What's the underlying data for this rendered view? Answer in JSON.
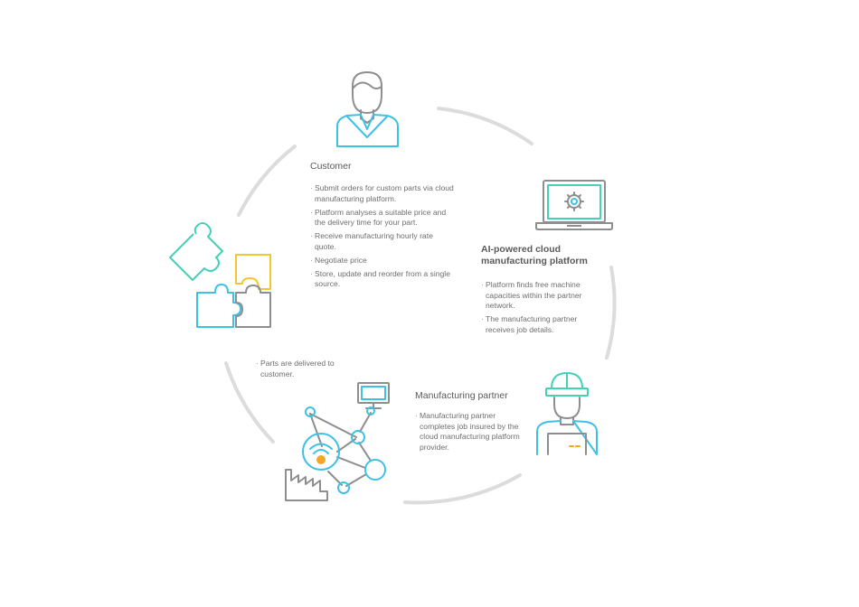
{
  "customer": {
    "title": "Customer",
    "bullets": [
      "Submit orders for custom parts via cloud manufacturing platform.",
      "Platform analyses a suitable price and the delivery time for your part.",
      "Receive manufacturing hourly rate quote.",
      "Negotiate price",
      "Store, update and reorder from a single source."
    ]
  },
  "platform": {
    "title": "AI-powered cloud manufacturing platform",
    "bullets": [
      "Platform finds free machine capacities within the partner network.",
      "The manufacturing partner receives job details."
    ]
  },
  "partner": {
    "title": "Manufacturing partner",
    "bullets": [
      "Manufacturing partner completes job insured by the cloud manufacturing platform provider."
    ]
  },
  "delivered": {
    "bullets": [
      "Parts are delivered to customer."
    ]
  },
  "icons": [
    "customer-person-icon",
    "laptop-gear-icon",
    "worker-hardhat-icon",
    "factory-network-icon",
    "puzzle-pieces-icon"
  ],
  "colors": {
    "cyan": "#3ec1e6",
    "teal": "#45d1b5",
    "gray": "#8e8e8e",
    "yellow": "#f7c433",
    "orange": "#f5a623",
    "ring": "#dcdcdc"
  }
}
